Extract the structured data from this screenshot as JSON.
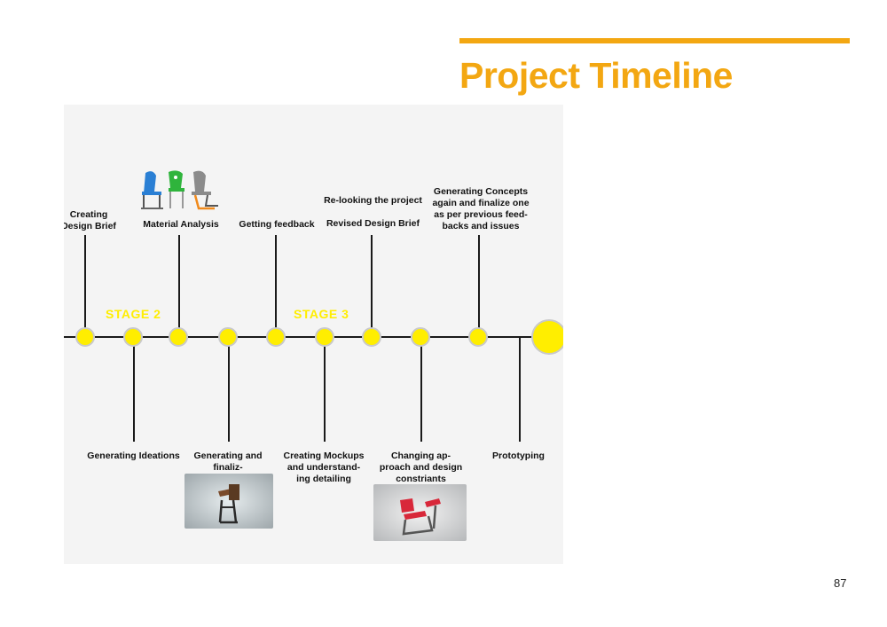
{
  "header": {
    "title": "Project Timeline"
  },
  "page_number": "87",
  "stages": [
    "STAGE 2",
    "STAGE 3"
  ],
  "milestones_top": [
    "Creating\nDesign Brief",
    "Material Analysis",
    "Getting feedback",
    "Revised Design Brief",
    "Generating Concepts\nagain and finalize one\nas per previous feed-\nbacks and issues"
  ],
  "extra_top_note": "Re-looking the project",
  "milestones_bottom": [
    "Generating Ideations",
    "Generating and finaliz-\ning concepts",
    "Creating Mockups\nand understand-\ning detailing",
    "Changing ap-\nproach and design\nconstriants",
    "Prototyping"
  ],
  "colors": {
    "accent": "#f3a712",
    "node": "#ffee00",
    "line": "#1a1a1a"
  }
}
